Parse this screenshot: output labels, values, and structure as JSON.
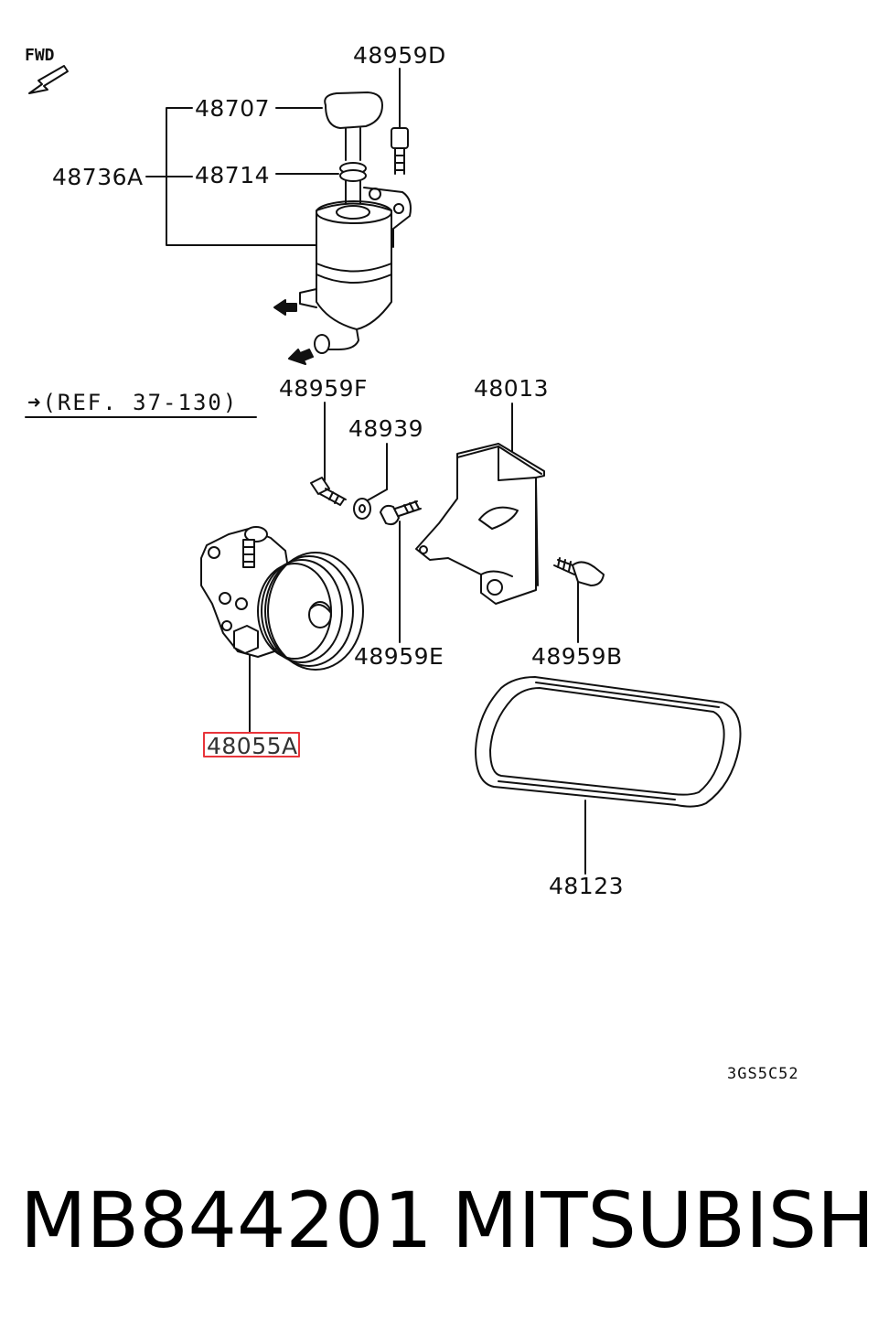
{
  "diagram": {
    "fwd_label": "FWD",
    "ref_label": "(REF. 37-130)",
    "drawing_code": "3GS5C52",
    "highlighted_part": "48055A",
    "parts": {
      "p48959D": "48959D",
      "p48707": "48707",
      "p48736A": "48736A",
      "p48714": "48714",
      "p48959F": "48959F",
      "p48013": "48013",
      "p48939": "48939",
      "p48959E": "48959E",
      "p48959B": "48959B",
      "p48055A": "48055A",
      "p48123": "48123"
    }
  },
  "footer": {
    "part_number": "MB844201",
    "brand": "MITSUBISHI"
  },
  "colors": {
    "line": "#111111",
    "highlight": "#e8343a",
    "background": "#ffffff"
  }
}
